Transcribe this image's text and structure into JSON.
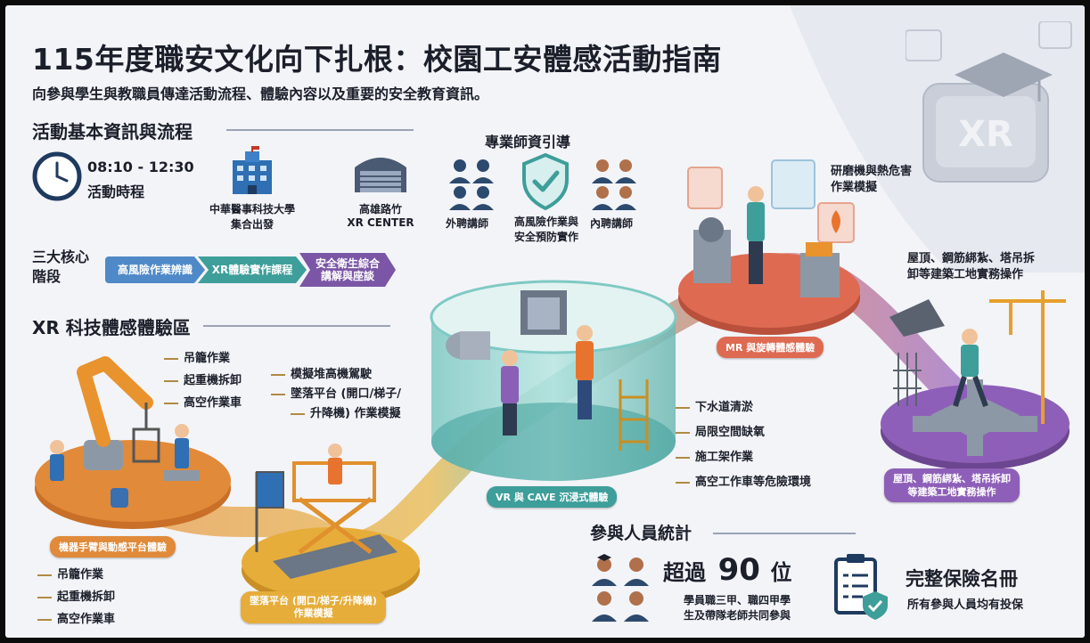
{
  "header": {
    "title": "115年度職安文化向下扎根：校園工安體感活動指南",
    "subtitle": "向參與學生與教職員傳達活動流程、體驗內容以及重要的安全教育資訊。"
  },
  "basic_info": {
    "heading": "活動基本資訊與流程",
    "time": "08:10 - 12:30",
    "time_label": "活動時程",
    "depart_line1": "中華醫事科技大學",
    "depart_line2": "集合出發",
    "dest_line1": "高雄路竹",
    "dest_line2": "XR CENTER"
  },
  "guidance": {
    "heading": "專業師資引導",
    "external": "外聘講師",
    "center_line1": "高風險作業與",
    "center_line2": "安全預防實作",
    "internal": "內聘講師"
  },
  "stages": {
    "label_line1": "三大核心",
    "label_line2": "階段",
    "items": [
      {
        "label": "高風險作業辨識",
        "color": "#4f89c8"
      },
      {
        "label": "XR體驗實作課程",
        "color": "#3e9e9a"
      },
      {
        "label_line1": "安全衛生綜合",
        "label_line2": "講解與座談",
        "color": "#7b56a6"
      }
    ]
  },
  "xr_zone": {
    "heading": "XR 科技體感體驗區",
    "xr_badge": "XR"
  },
  "robot_zone": {
    "top_list": [
      "吊籠作業",
      "起重機拆卸",
      "高空作業車"
    ],
    "pill": "機器手臂與動感平台體驗",
    "bottom_list": [
      "吊籠作業",
      "起重機拆卸",
      "高空作業車"
    ]
  },
  "lift_zone": {
    "list": [
      "模擬堆高機駕駛",
      "墜落平台 (開口/梯子/",
      "升降機) 作業模擬"
    ],
    "pill_line1": "墜落平台 (開口/梯子/升降機)",
    "pill_line2": "作業模擬"
  },
  "vr_zone": {
    "pill": "VR 與 CAVE 沉浸式體驗",
    "list": [
      "下水道清淤",
      "局限空間缺氧",
      "施工架作業",
      "高空工作車等危險環境"
    ]
  },
  "mr_zone": {
    "pill": "MR 與旋轉體感體驗",
    "label_line1": "研磨機與熱危害",
    "label_line2": "作業模擬"
  },
  "roof_zone": {
    "label_line1": "屋頂、鋼筋綁紮、塔吊拆",
    "label_line2": "卸等建築工地實務操作",
    "pill_line1": "屋頂、鋼筋綁紮、塔吊拆卸",
    "pill_line2": "等建築工地實務操作"
  },
  "stats": {
    "heading": "參與人員統計",
    "count_prefix": "超過",
    "count_number": "90",
    "count_unit": "位",
    "desc_line1": "學員職三甲、職四甲學",
    "desc_line2": "生及帶隊老師共同參與",
    "insurance_title": "完整保險名冊",
    "insurance_desc": "所有參與人員均有投保"
  },
  "colors": {
    "orange": "#e08a3a",
    "gold": "#e6ad3a",
    "teal": "#3e9e9a",
    "red": "#de6a52",
    "purple": "#8e5fb8",
    "navy": "#1f3a5f"
  }
}
